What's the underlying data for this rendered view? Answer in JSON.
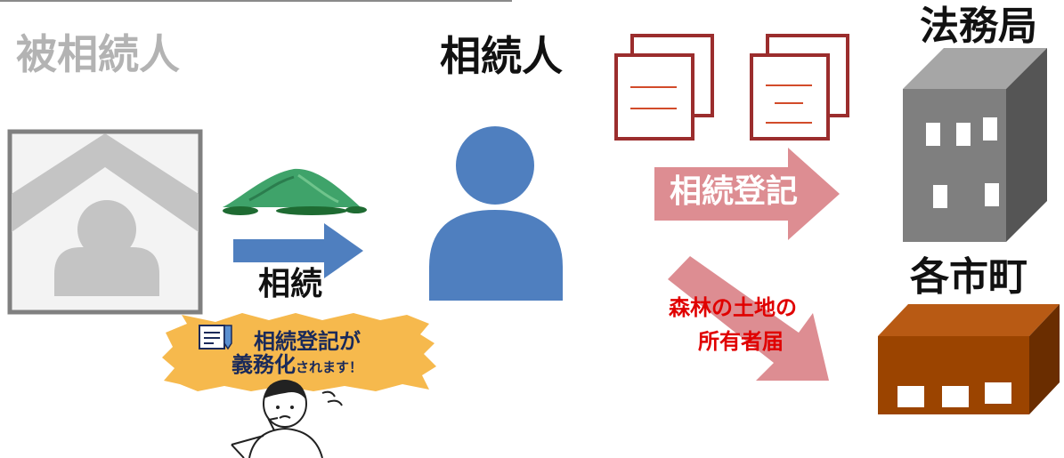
{
  "labels": {
    "deceased": "被相続人",
    "heir": "相続人",
    "legal_affairs_bureau": "法務局",
    "municipality": "各市町",
    "inheritance": "相続",
    "inheritance_registration": "相続登記",
    "forest_notice_line1": "森林の土地の",
    "forest_notice_line2": "所有者届"
  },
  "banner": {
    "line1": "相続登記が",
    "line2_main": "義務化",
    "line2_suffix": "されます！"
  },
  "icons": {
    "deceased": "house-person-icon",
    "land": "mountain-icon",
    "heir": "person-icon",
    "documents": "document-icon",
    "bureau": "building-icon",
    "town_hall": "building-icon"
  },
  "colors": {
    "deceased_gray": "#b3b3b3",
    "person_blue": "#4f7fbf",
    "document_red": "#9b2d2d",
    "pink_arrow": "#dd8d92",
    "forest_text": "#e00000",
    "bureau_gray": "#7f7f7f",
    "town_brown": "#9b4400",
    "banner_orange": "#f6b94d"
  }
}
